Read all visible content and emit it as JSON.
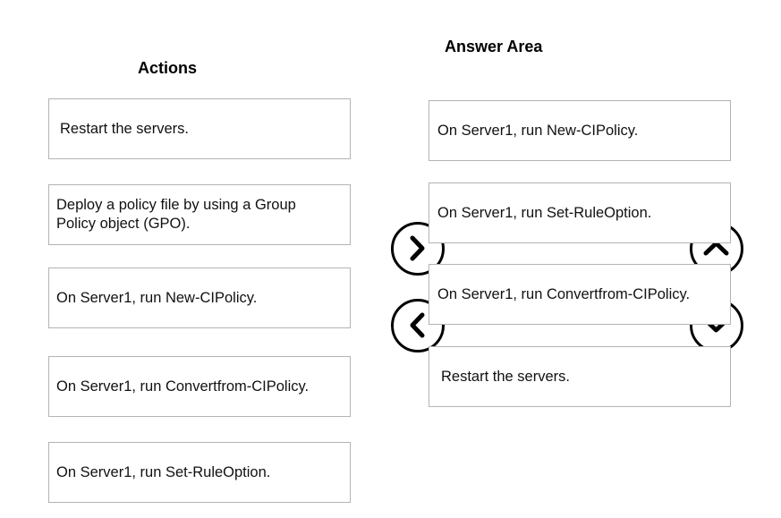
{
  "actions": {
    "heading": "Actions",
    "items": [
      "Restart the servers.",
      "Deploy a policy file by using a Group Policy object (GPO).",
      "On Server1, run New-CIPolicy.",
      "On Server1, run Convertfrom-CIPolicy.",
      "On Server1, run Set-RuleOption."
    ]
  },
  "answer_area": {
    "heading": "Answer Area",
    "items": [
      "On Server1, run New-CIPolicy.",
      "On Server1, run Set-RuleOption.",
      "On Server1, run Convertfrom-CIPolicy.",
      "Restart the servers."
    ]
  },
  "controls": {
    "move_right": "chevron-right-icon",
    "move_left": "chevron-left-icon",
    "move_up": "chevron-up-icon",
    "move_down": "chevron-down-icon"
  }
}
